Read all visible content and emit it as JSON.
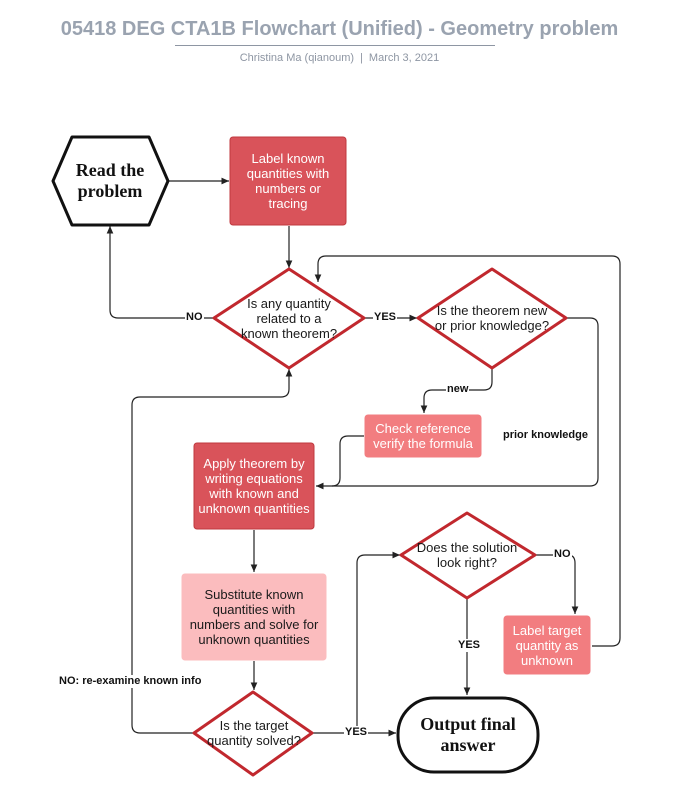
{
  "header": {
    "title": "05418 DEG CTA1B Flowchart (Unified) - Geometry problem",
    "author": "Christina Ma (qianoum)",
    "separator": "|",
    "date": "March 3, 2021"
  },
  "nodes": {
    "read_problem": "Read the problem",
    "label_known": "Label known quantities with numbers or tracing",
    "related_theorem": "Is any quantity related to a known theorem?",
    "theorem_new_prior": "Is the theorem new or prior knowledge?",
    "check_reference": "Check reference verify the formula",
    "apply_theorem": "Apply theorem by writing equations with known and unknown quantities",
    "substitute": "Substitute known quantities with numbers and solve for unknown quantities",
    "solution_right": "Does the solution look right?",
    "label_target": "Label target quantity as unknown",
    "target_solved": "Is the target quantity solved?",
    "output_answer": "Output final answer"
  },
  "edge_labels": {
    "no_related": "NO",
    "yes_related": "YES",
    "new": "new",
    "prior_knowledge": "prior knowledge",
    "no_solution": "NO",
    "yes_solution": "YES",
    "no_reexamine": "NO: re-examine known info",
    "yes_solved": "YES"
  },
  "colors": {
    "dark_red_fill": "#d9535a",
    "dark_red_border": "#c0393f",
    "medium_red_fill": "#f27d80",
    "light_pink_fill": "#fbbcbe",
    "diamond_stroke": "#c1282e",
    "terminal_stroke": "#111111",
    "connector": "#222222",
    "title_color": "#9aa3b0"
  }
}
